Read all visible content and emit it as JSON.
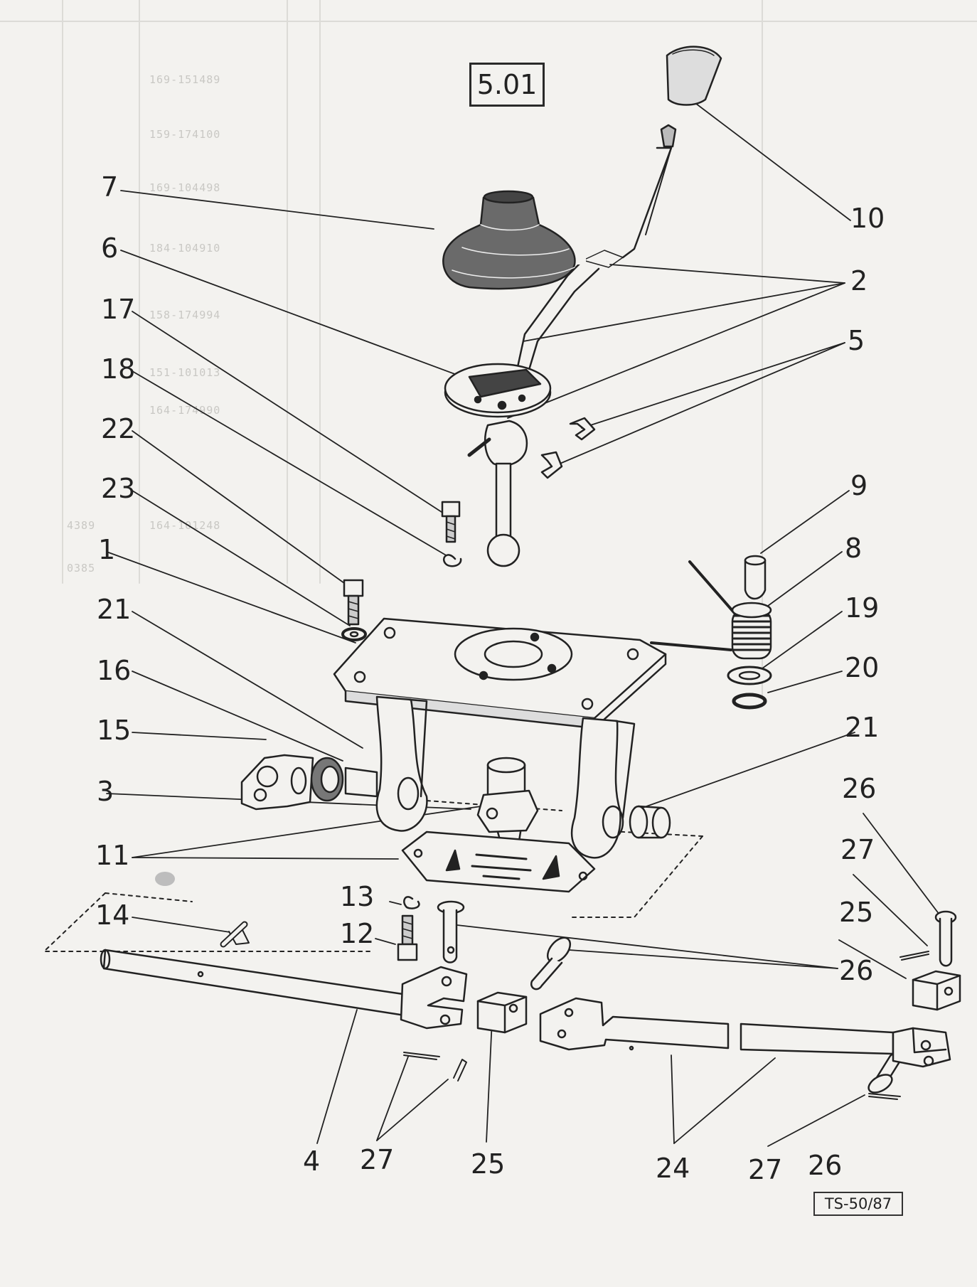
{
  "figure_number": "5.01",
  "reference_code": "TS-50/87",
  "callouts": [
    {
      "id": "c7",
      "text": "7"
    },
    {
      "id": "c6",
      "text": "6"
    },
    {
      "id": "c17",
      "text": "17"
    },
    {
      "id": "c18",
      "text": "18"
    },
    {
      "id": "c22",
      "text": "22"
    },
    {
      "id": "c23",
      "text": "23"
    },
    {
      "id": "c1",
      "text": "1"
    },
    {
      "id": "c21a",
      "text": "21"
    },
    {
      "id": "c16",
      "text": "16"
    },
    {
      "id": "c15",
      "text": "15"
    },
    {
      "id": "c3",
      "text": "3"
    },
    {
      "id": "c11",
      "text": "11"
    },
    {
      "id": "c14",
      "text": "14"
    },
    {
      "id": "c13",
      "text": "13"
    },
    {
      "id": "c12",
      "text": "12"
    },
    {
      "id": "c10",
      "text": "10"
    },
    {
      "id": "c2",
      "text": "2"
    },
    {
      "id": "c5",
      "text": "5"
    },
    {
      "id": "c9",
      "text": "9"
    },
    {
      "id": "c8",
      "text": "8"
    },
    {
      "id": "c19",
      "text": "19"
    },
    {
      "id": "c20",
      "text": "20"
    },
    {
      "id": "c21b",
      "text": "21"
    },
    {
      "id": "c26a",
      "text": "26"
    },
    {
      "id": "c27a",
      "text": "27"
    },
    {
      "id": "c25a",
      "text": "25"
    },
    {
      "id": "c26b",
      "text": "26"
    },
    {
      "id": "c4",
      "text": "4"
    },
    {
      "id": "c27b",
      "text": "27"
    },
    {
      "id": "c25b",
      "text": "25"
    },
    {
      "id": "c24",
      "text": "24"
    },
    {
      "id": "c27c",
      "text": "27"
    },
    {
      "id": "c26c",
      "text": "26"
    }
  ],
  "bleed_through": {
    "codes": [
      "169-151489",
      "159-174100",
      "169-104498",
      "184-104910",
      "158-174994",
      "151-101013",
      "164-174990",
      "164-101248"
    ],
    "counts": [
      "4389",
      "0385"
    ]
  },
  "colors": {
    "paper": "#f3f2ef",
    "ink": "#222222",
    "ghost": "#c9c8c4"
  }
}
